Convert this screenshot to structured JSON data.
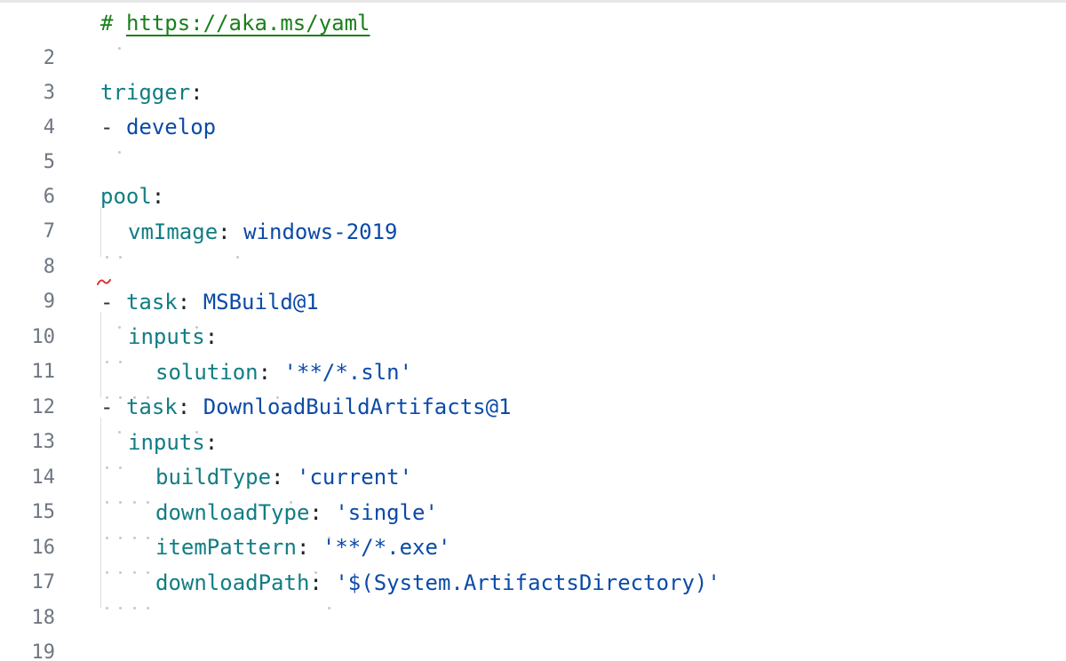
{
  "editor": {
    "language": "yaml",
    "colors": {
      "comment": "#1a7f1a",
      "key": "#117d84",
      "string": "#0b4aa8",
      "gutter": "#6e7681",
      "error": "#e03131"
    },
    "lines": [
      {
        "number": "2",
        "comment_hash": "#",
        "link": "https://aka.ms/yaml"
      },
      {
        "number": "3"
      },
      {
        "number": "4",
        "key": "trigger",
        "colon": ":"
      },
      {
        "number": "5",
        "dash": "-",
        "value": "develop"
      },
      {
        "number": "6"
      },
      {
        "number": "7",
        "key": "pool",
        "colon": ":"
      },
      {
        "number": "8",
        "key": "vmImage",
        "colon": ":",
        "value": "windows-2019"
      },
      {
        "number": "9"
      },
      {
        "number": "10",
        "dash": "-",
        "key": "task",
        "colon": ":",
        "value": "MSBuild@1"
      },
      {
        "number": "11",
        "key": "inputs",
        "colon": ":"
      },
      {
        "number": "12",
        "key": "solution",
        "colon": ":",
        "value": "'**/*.sln'"
      },
      {
        "number": "13",
        "dash": "-",
        "key": "task",
        "colon": ":",
        "value": "DownloadBuildArtifacts@1"
      },
      {
        "number": "14",
        "key": "inputs",
        "colon": ":"
      },
      {
        "number": "15",
        "key": "buildType",
        "colon": ":",
        "value": "'current'"
      },
      {
        "number": "16",
        "key": "downloadType",
        "colon": ":",
        "value": "'single'"
      },
      {
        "number": "17",
        "key": "itemPattern",
        "colon": ":",
        "value": "'**/*.exe'"
      },
      {
        "number": "18",
        "key": "downloadPath",
        "colon": ":",
        "value": "'$(System.ArtifactsDirectory)'"
      },
      {
        "number": "19"
      }
    ]
  }
}
